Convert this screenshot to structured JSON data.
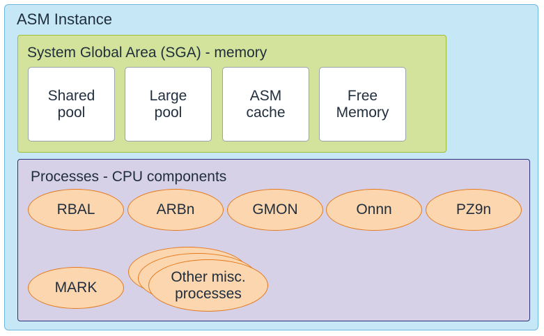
{
  "instance": {
    "title": "ASM Instance"
  },
  "sga": {
    "title": "System Global Area (SGA) - memory",
    "blocks": [
      {
        "label": "Shared\npool"
      },
      {
        "label": "Large\npool"
      },
      {
        "label": "ASM\ncache"
      },
      {
        "label": "Free\nMemory"
      }
    ]
  },
  "processes": {
    "title": "Processes - CPU components",
    "items": [
      {
        "label": "RBAL"
      },
      {
        "label": "ARBn"
      },
      {
        "label": "GMON"
      },
      {
        "label": "Onnn"
      },
      {
        "label": "PZ9n"
      },
      {
        "label": "MARK"
      },
      {
        "label": "Other misc.\nprocesses"
      }
    ]
  },
  "colors": {
    "instance_fill": "#c5e7f6",
    "sga_fill": "#d4e39b",
    "process_fill": "#d6d1e6",
    "ellipse_fill": "#fbd6ae",
    "ellipse_stroke": "#e4781c"
  }
}
